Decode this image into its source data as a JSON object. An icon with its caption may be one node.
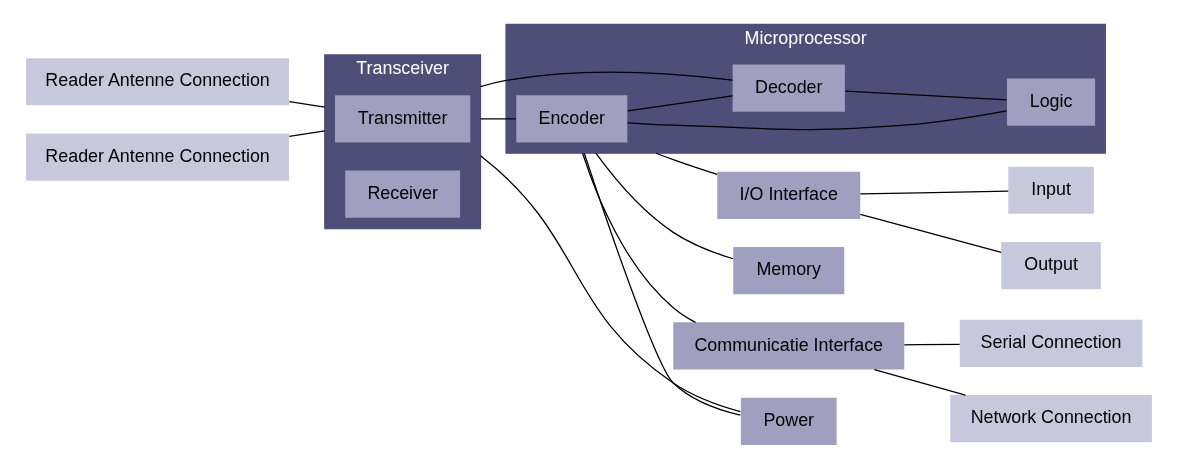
{
  "diagram": {
    "nodes": [
      {
        "text": [
          "Reader Antenne Connection"
        ]
      },
      {
        "text": [
          "Reader Antenne Connection"
        ]
      },
      {
        "text": [
          "Transceiver"
        ]
      },
      {
        "text": [
          "Transmitter"
        ],
        "in": 2
      },
      {
        "text": [
          "Receiver"
        ],
        "in": 2
      },
      {
        "text": [
          "Microprocessor"
        ]
      },
      {
        "text": [
          "Encoder"
        ],
        "in": 5
      },
      {
        "text": [
          "Decoder"
        ],
        "in": 5
      },
      {
        "text": [
          "Logic"
        ],
        "in": 5
      },
      {
        "text": [
          "I/O Interface"
        ]
      },
      {
        "text": [
          "Input"
        ]
      },
      {
        "text": [
          "Output"
        ]
      },
      {
        "text": [
          "Power"
        ]
      },
      {
        "text": [
          "Memory"
        ]
      },
      {
        "text": [
          "Communicatie Interface"
        ]
      },
      {
        "text": [
          "Serial Connection"
        ]
      },
      {
        "text": [
          "Network Connection"
        ]
      }
    ],
    "edges": [
      {
        "from": 0,
        "to": 2,
        "arrow": "none"
      },
      {
        "from": 1,
        "to": 2,
        "arrow": "none"
      },
      {
        "from": 2,
        "to": 6,
        "arrow": "none"
      },
      {
        "from": 2,
        "to": 7,
        "arrow": "none"
      },
      {
        "from": 6,
        "to": 7,
        "arrow": "none"
      },
      {
        "from": 6,
        "to": 8,
        "arrow": "none"
      },
      {
        "from": 7,
        "to": 8,
        "arrow": "none"
      },
      {
        "from": 5,
        "to": 9,
        "arrow": "none"
      },
      {
        "from": 9,
        "to": 10,
        "arrow": "none"
      },
      {
        "from": 9,
        "to": 11,
        "arrow": "none"
      },
      {
        "from": 2,
        "to": 12,
        "arrow": "none"
      },
      {
        "from": 5,
        "to": 12,
        "arrow": "none"
      },
      {
        "from": 5,
        "to": 13,
        "arrow": "none"
      },
      {
        "from": 5,
        "to": 14,
        "arrow": "none"
      },
      {
        "from": 14,
        "to": 15,
        "arrow": "none"
      },
      {
        "from": 14,
        "to": 16,
        "arrow": "none"
      }
    ]
  }
}
